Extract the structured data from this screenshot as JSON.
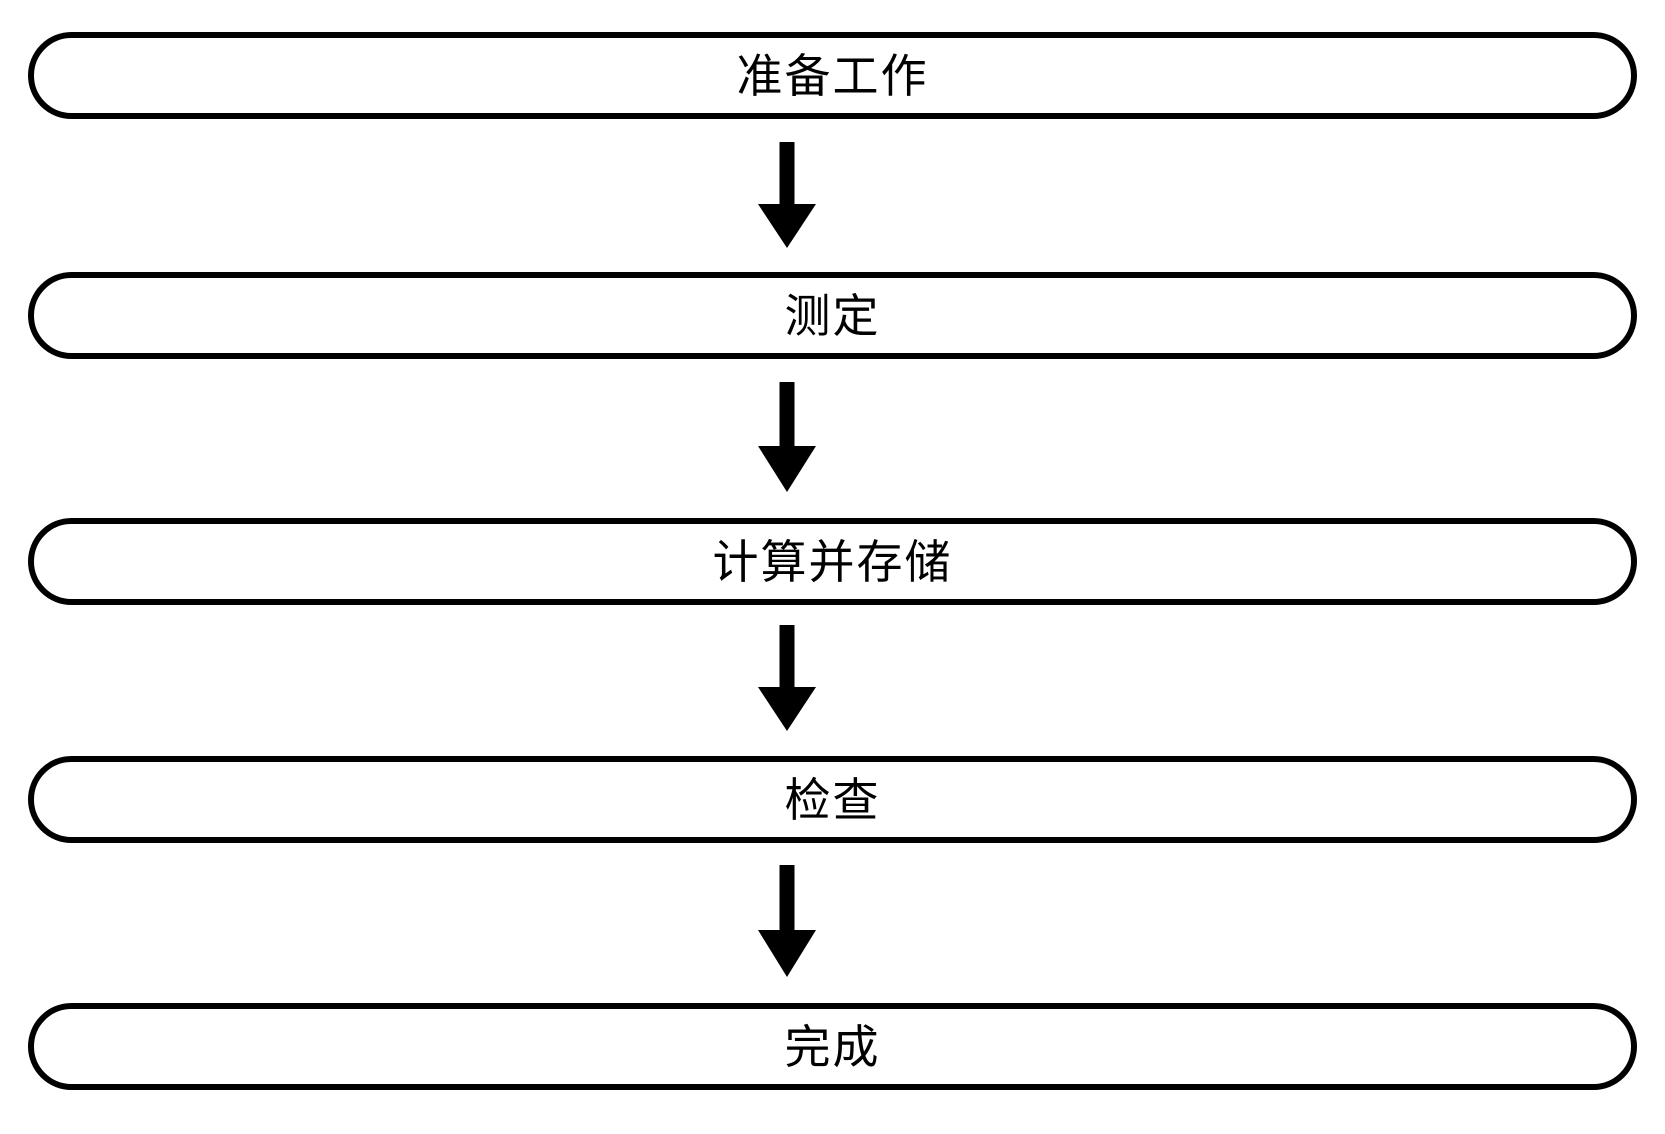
{
  "diagram": {
    "title": "",
    "type": "flowchart",
    "orientation": "vertical",
    "background_color": "#ffffff",
    "stroke_color": "#000000",
    "fill_color": "#ffffff",
    "nodes": [
      {
        "id": "node-1",
        "label": "准备工作",
        "shape": "rounded-rectangle"
      },
      {
        "id": "node-2",
        "label": "测定",
        "shape": "rounded-rectangle"
      },
      {
        "id": "node-3",
        "label": "计算并存储",
        "shape": "rounded-rectangle"
      },
      {
        "id": "node-4",
        "label": "检查",
        "shape": "rounded-rectangle"
      },
      {
        "id": "node-5",
        "label": "完成",
        "shape": "rounded-rectangle"
      }
    ],
    "connectors": [
      {
        "id": "conn-1",
        "from": "node-1",
        "to": "node-2",
        "style": "solid-arrow-down",
        "label": ""
      },
      {
        "id": "conn-2",
        "from": "node-2",
        "to": "node-3",
        "style": "solid-arrow-down",
        "label": ""
      },
      {
        "id": "conn-3",
        "from": "node-3",
        "to": "node-4",
        "style": "solid-arrow-down",
        "label": ""
      },
      {
        "id": "conn-4",
        "from": "node-4",
        "to": "node-5",
        "style": "solid-arrow-down",
        "label": ""
      }
    ]
  }
}
